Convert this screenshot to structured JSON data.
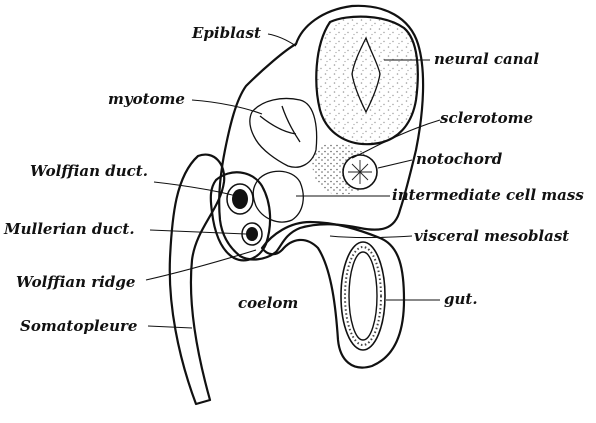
{
  "labels": {
    "epiblast": "Epiblast",
    "neural_canal": "neural canal",
    "myotome": "myotome",
    "sclerotome": "sclerotome",
    "notochord": "notochord",
    "wolffian_duct": "Wolffian duct.",
    "intermediate_cell_mass": "intermediate cell mass",
    "mullerian_duct": "Mullerian duct.",
    "visceral_mesoblast": "visceral mesoblast",
    "wolffian_ridge": "Wolffian ridge",
    "coelom": "coelom",
    "gut": "gut.",
    "somatopleure": "Somatopleure"
  },
  "colors": {
    "ink": "#111111",
    "background": "#ffffff"
  }
}
